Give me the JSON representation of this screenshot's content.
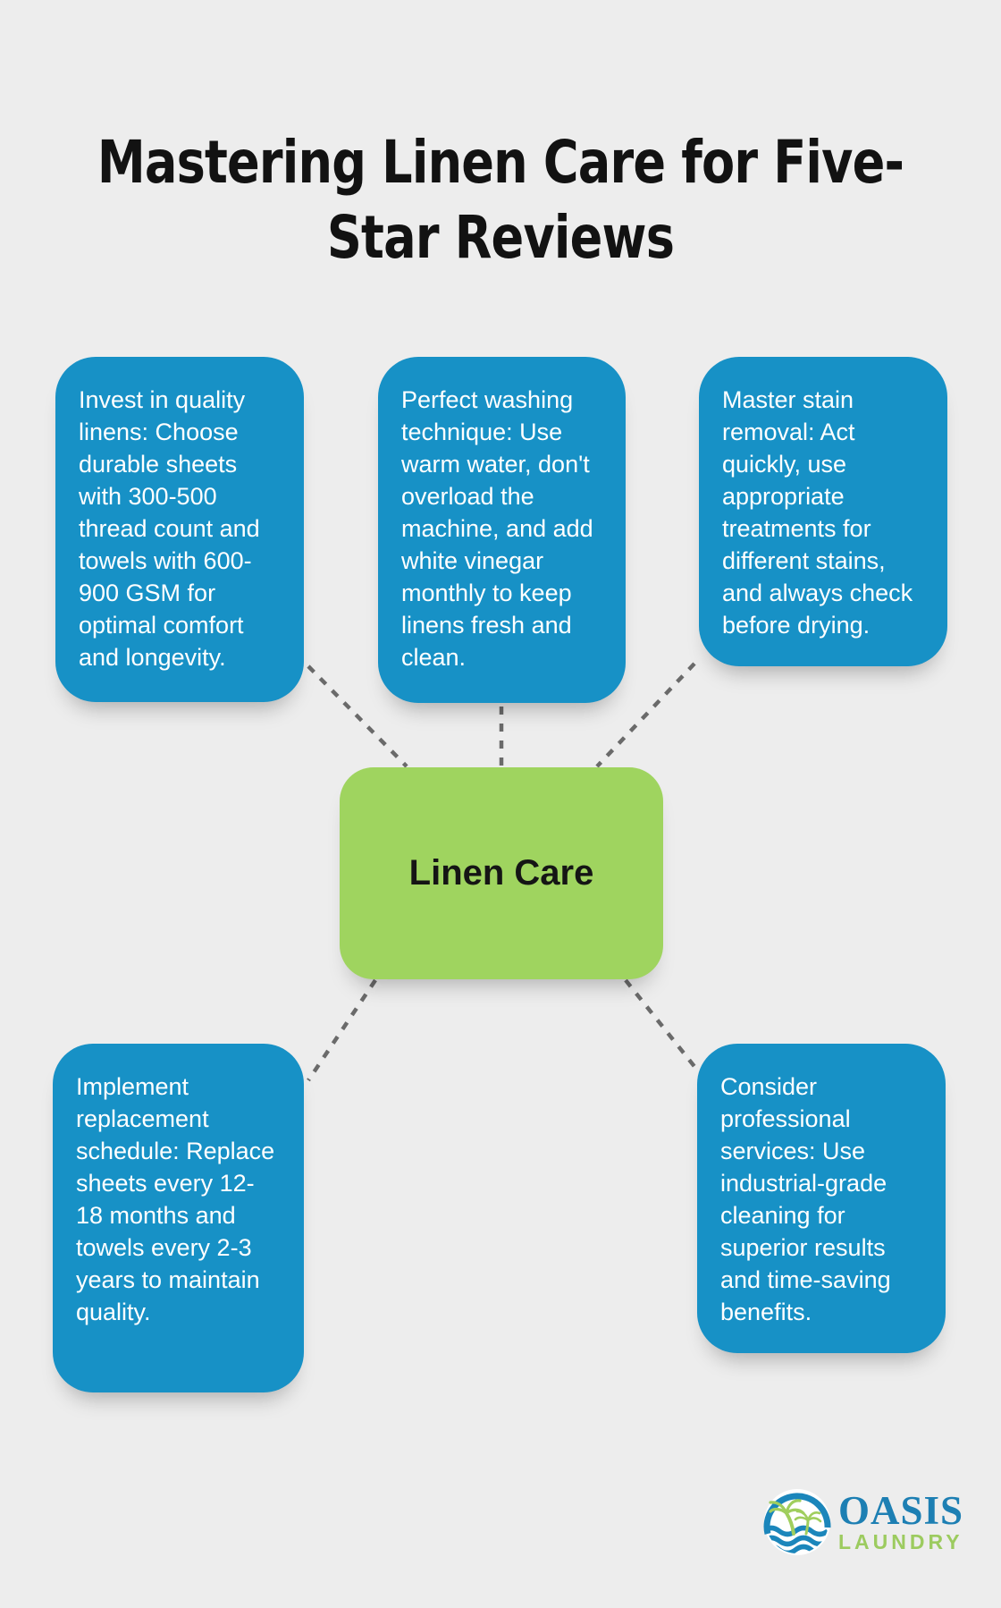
{
  "title": {
    "text": "Mastering Linen Care for Five-Star Reviews",
    "line1": "Mastering Linen Care for Five-",
    "line2": "Star Reviews"
  },
  "center_node": {
    "label": "Linen Care"
  },
  "tips": [
    {
      "text": "Invest in quality linens: Choose durable sheets with 300-500 thread count and towels with 600-900 GSM for optimal comfort and longevity."
    },
    {
      "text": "Perfect washing technique: Use warm water, don't overload the machine, and add white vinegar monthly to keep linens fresh and clean."
    },
    {
      "text": "Master stain removal: Act quickly, use appropriate treatments for different stains, and always check before drying."
    },
    {
      "text": "Implement replacement schedule: Replace sheets every 12-18 months and towels every 2-3 years to maintain quality."
    },
    {
      "text": "Consider professional services: Use industrial-grade cleaning for superior results and time-saving benefits."
    }
  ],
  "logo": {
    "word1": "OASIS",
    "word2": "LAUNDRY"
  },
  "colors": {
    "background": "#ededed",
    "tip_box": "#1791c6",
    "tip_text": "#ffffff",
    "center_box": "#9fd45f",
    "center_text": "#151515",
    "connector": "#6a6a6a",
    "title_text": "#121212",
    "logo_blue": "#1d7fb3",
    "logo_green": "#9ccb5f"
  }
}
